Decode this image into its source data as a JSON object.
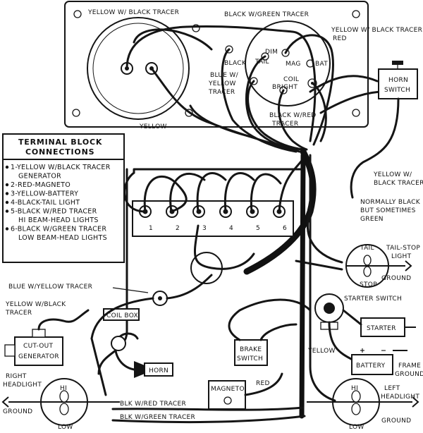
{
  "dash": {
    "labels": {
      "yellow_black_tracer": "YELLOW W/ BLACK TRACER",
      "black_green_tracer": "BLACK W/GREEN TRACER",
      "yellow_black_tracer_right": "YELLOW W/ BLACK TRACER",
      "red": "RED",
      "black": "BLACK",
      "tail": "TAIL",
      "dim": "DIM",
      "mag": "MAG",
      "bat": "BAT",
      "coil": "COIL",
      "bright": "BRIGHT",
      "blue_w": "BLUE W/",
      "yellow": "YELLOW",
      "tracer": "TRACER",
      "black_red_tracer_1": "BLACK W/RED",
      "black_red_tracer_2": "TRACER",
      "yellow_bottom": "YELLOW"
    }
  },
  "horn_switch": {
    "line1": "HORN",
    "line2": "SWITCH"
  },
  "terminal_block": {
    "title_line1": "TERMINAL BLOCK",
    "title_line2": "CONNECTIONS",
    "entries": [
      [
        "1-YELLOW W/BLACK TRACER",
        "GENERATOR"
      ],
      [
        "2-RED-MAGNETO"
      ],
      [
        "3-YELLOW-BATTERY"
      ],
      [
        "4-BLACK-TAIL LIGHT"
      ],
      [
        "5-BLACK W/RED TRACER",
        "HI BEAM-HEAD LIGHTS"
      ],
      [
        "6-BLACK W/GREEN TRACER",
        "LOW BEAM-HEAD LIGHTS"
      ]
    ],
    "terminal_numbers": [
      "1",
      "2",
      "3",
      "4",
      "5",
      "6"
    ]
  },
  "right_labels": {
    "yellow_black_1": "YELLOW W/",
    "yellow_black_2": "BLACK TRACER",
    "normally_1": "NORMALLY BLACK",
    "normally_2": "BUT SOMETIMES",
    "normally_3": "GREEN",
    "tail_top": "TAIL",
    "stop": "STOP",
    "tail_stop_1": "TAIL-STOP",
    "tail_stop_2": "LIGHT",
    "ground_tail": "GROUND",
    "starter_switch": "STARTER SWITCH",
    "starter": "STARTER",
    "yellow": "YELLOW",
    "battery": "BATTERY",
    "frame_1": "FRAME",
    "frame_2": "GROUND",
    "plus": "+",
    "minus": "−",
    "red": "RED",
    "hi": "HI",
    "low": "LOW",
    "left_headlight_1": "LEFT",
    "left_headlight_2": "HEADLIGHT",
    "ground_left": "GROUND"
  },
  "left_labels": {
    "blue_yellow_tracer": "BLUE W/YELLOW TRACER",
    "coil_box": "COIL BOX",
    "yellow_black_1": "YELLOW W/BLACK",
    "yellow_black_2": "TRACER",
    "cut_out_1": "CUT-OUT",
    "cut_out_2": "GENERATOR",
    "horn": "HORN",
    "right_headlight_1": "RIGHT",
    "right_headlight_2": "HEADLIGHT",
    "hi": "HI",
    "low": "LOW",
    "ground": "GROUND",
    "blk_red_tracer": "BLK W/RED TRACER",
    "blk_green_tracer": "BLK W/GREEN TRACER"
  },
  "center_labels": {
    "brake_1": "BRAKE",
    "brake_2": "SWITCH",
    "magneto": "MAGNETO"
  }
}
